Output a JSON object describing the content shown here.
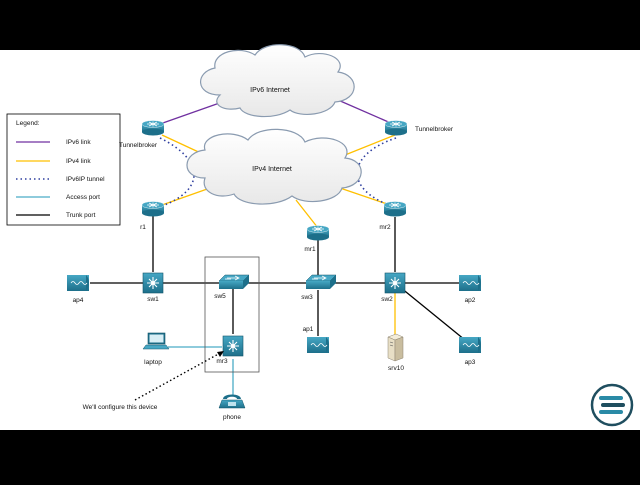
{
  "clouds": {
    "ipv6": "IPv6 Internet",
    "ipv4": "IPv4 Internet"
  },
  "legend": {
    "title": "Legend:",
    "items": [
      {
        "label": "IPv6 link",
        "color": "#7030a0",
        "style": "solid"
      },
      {
        "label": "IPv4 link",
        "color": "#ffc000",
        "style": "solid"
      },
      {
        "label": "IPv6IP tunnel",
        "color": "#2f3f9f",
        "style": "dotted"
      },
      {
        "label": "Access port",
        "color": "#4bacc6",
        "style": "solid"
      },
      {
        "label": "Trunk port",
        "color": "#000000",
        "style": "solid"
      }
    ]
  },
  "devices": {
    "tb_left": "Tunnelbroker",
    "tb_right": "Tunnelbroker",
    "r1": "r1",
    "mr1": "mr1",
    "mr2": "mr2",
    "ap4": "ap4",
    "sw1": "sw1",
    "sw5": "sw5",
    "sw3": "sw3",
    "sw2": "sw2",
    "ap2": "ap2",
    "ap1": "ap1",
    "srv10": "srv10",
    "ap3": "ap3",
    "laptop": "laptop",
    "mr3": "mr3",
    "phone": "phone"
  },
  "annotation": "We'll configure this device",
  "colors": {
    "ipv6_link": "#7030a0",
    "ipv4_link": "#ffc000",
    "tunnel": "#2f3f9f",
    "access": "#4bacc6",
    "trunk": "#000000",
    "device_teal": "#2a8aa6"
  }
}
